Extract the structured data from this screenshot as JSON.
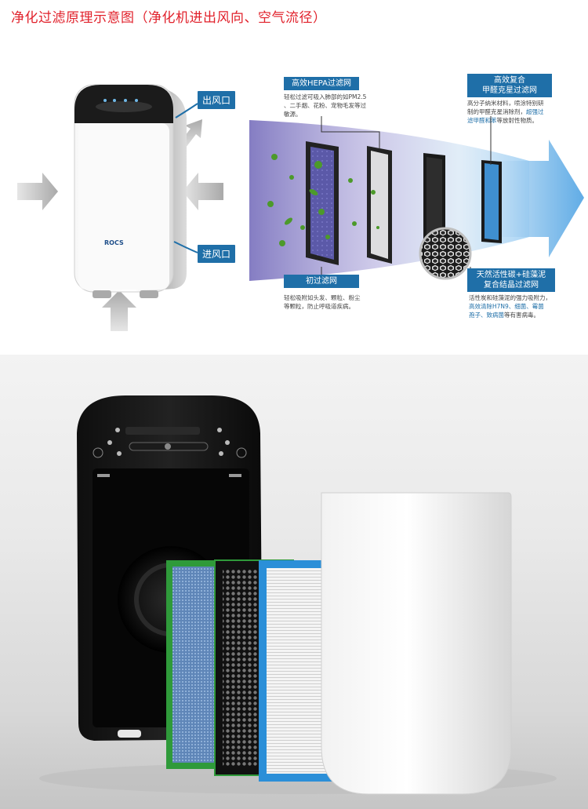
{
  "title": "净化过滤原理示意图（净化机进出风向、空气流径）",
  "labels": {
    "outlet": "出风口",
    "inlet": "进风口",
    "device_logo": "ROCS"
  },
  "filters": {
    "hepa": {
      "title": "高效HEPA过滤网",
      "desc_1": "轻松过滤可吸入肺部的如PM2.5",
      "desc_2": "、二手烟、花粉、宠物毛发等过",
      "desc_3": "敏源。"
    },
    "formaldehyde": {
      "title_1": "高效复合",
      "title_2": "甲醛克星过滤网",
      "desc_1": "高分子纳米材料，喷涂特别研",
      "desc_2": "制的甲醛克星消除剂，",
      "desc_2_highlight": "超强过",
      "desc_3_highlight": "滤甲醛和苯",
      "desc_3": "等放射性物质。"
    },
    "primary": {
      "title": "初过滤网",
      "desc_1": "轻松吸附如头发、颗粒、粉尘",
      "desc_2": "等颗粒，防止呼吸道疾病。"
    },
    "carbon": {
      "title_1": "天然活性碳+硅藻泥",
      "title_2": "复合结晶过滤网",
      "desc_1": "活性炭和硅藻泥的强力吸附力，",
      "desc_2_highlight": "高效清除H7N9、细菌、霉菌",
      "desc_3_highlight": "孢子、致病菌",
      "desc_3": "等有害病毒。"
    }
  },
  "colors": {
    "title_red": "#e1212b",
    "label_blue": "#1f6fa8",
    "airflow_purple": "#8a82c8",
    "arrow_blue": "#5fb0e8"
  }
}
